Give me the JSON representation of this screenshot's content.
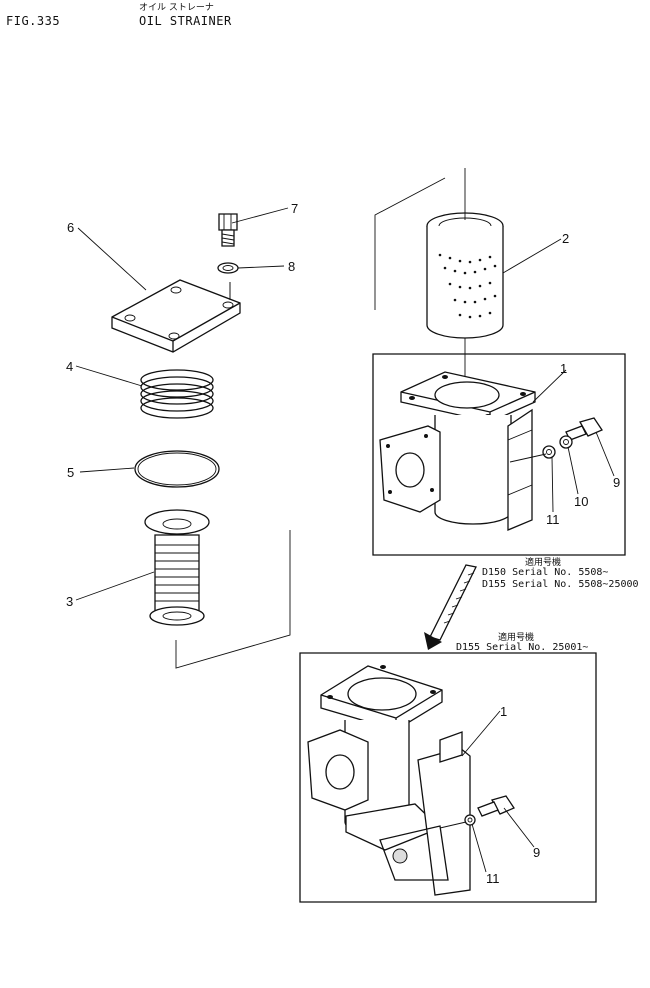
{
  "header": {
    "fig": "FIG.335",
    "title_jp": "オイル ストレーナ",
    "title": "OIL STRAINER"
  },
  "applicability": {
    "upper_label_jp": "適用号機",
    "upper_lines": [
      "D150  Serial No. 5508~",
      "D155  Serial No. 5508~25000"
    ],
    "lower_label_jp": "適用号機",
    "lower_lines": [
      "D155  Serial No. 25001~"
    ]
  },
  "callouts": {
    "n1": "1",
    "n2": "2",
    "n3": "3",
    "n4": "4",
    "n5": "5",
    "n6": "6",
    "n7": "7",
    "n8": "8",
    "n9": "9",
    "n10": "10",
    "n11": "11",
    "n1b": "1",
    "n9b": "9",
    "n11b": "11"
  }
}
